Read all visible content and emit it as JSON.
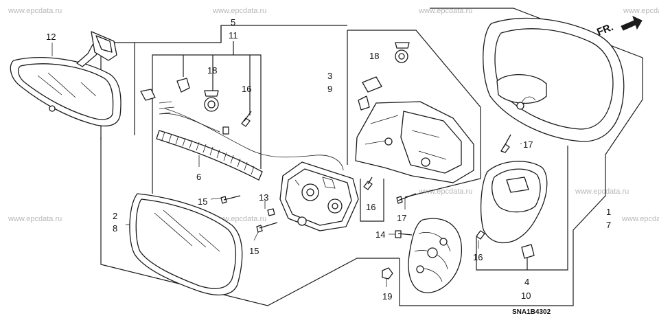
{
  "watermark": "www.epcdata.ru",
  "diagram_code": "SNA1B4302",
  "direction_label": "FR.",
  "callouts": {
    "c1": "1",
    "c7": "7",
    "c2": "2",
    "c8": "8",
    "c3": "3",
    "c9": "9",
    "c4": "4",
    "c10": "10",
    "c5": "5",
    "c11": "11",
    "c6": "6",
    "c12": "12",
    "c13": "13",
    "c14": "14",
    "c15a": "15",
    "c15b": "15",
    "c16a": "16",
    "c16b": "16",
    "c16c": "16",
    "c17a": "17",
    "c17b": "17",
    "c18a": "18",
    "c18b": "18",
    "c19": "19"
  }
}
